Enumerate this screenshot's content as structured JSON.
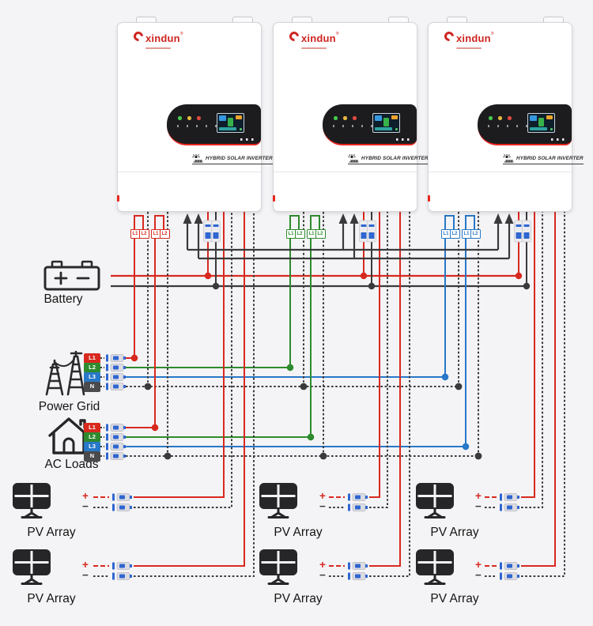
{
  "inverter": {
    "brand": "xindun",
    "brand_mark": "®",
    "product_name": "HYBRID SOLAR INVERTER",
    "terminal_labels": [
      "L1",
      "L2",
      "L1",
      "L2"
    ]
  },
  "battery": {
    "label": "Battery"
  },
  "power_grid": {
    "label": "Power Grid",
    "lines": [
      {
        "label": "L1",
        "color": "#d8291f"
      },
      {
        "label": "L2",
        "color": "#2e8b2e"
      },
      {
        "label": "L3",
        "color": "#2878c8"
      },
      {
        "label": "N",
        "color": "#4a4a4c"
      }
    ]
  },
  "ac_loads": {
    "label": "AC Loads",
    "lines": [
      {
        "label": "L1",
        "color": "#d8291f"
      },
      {
        "label": "L2",
        "color": "#2e8b2e"
      },
      {
        "label": "L3",
        "color": "#2878c8"
      },
      {
        "label": "N",
        "color": "#4a4a4c"
      }
    ]
  },
  "pv": {
    "label": "PV Array",
    "plus_sign": "+",
    "minus_sign": "−"
  },
  "colors": {
    "wire_red": "#d8291f",
    "wire_green": "#2e8b2e",
    "wire_blue": "#2878c8",
    "wire_dark": "#3a3a3c",
    "connector_blue": "#2f66d0",
    "accent_red": "#e8251f",
    "brand_red": "#cf2520"
  }
}
